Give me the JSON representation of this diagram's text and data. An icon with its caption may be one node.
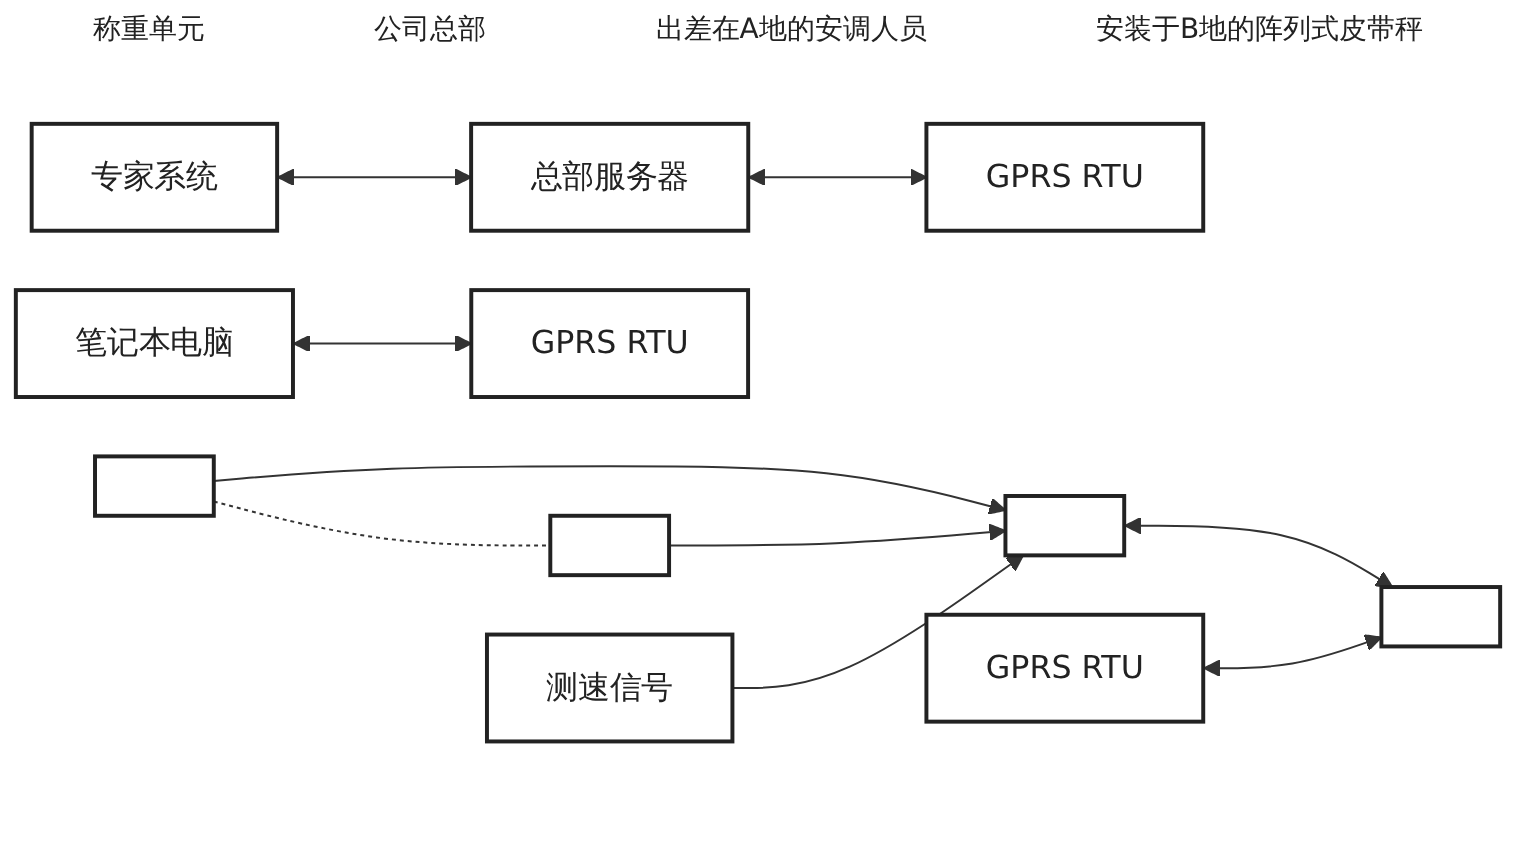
{
  "diagram": {
    "nodes": [
      {
        "text": [
          "专家系统"
        ]
      },
      {
        "text": [
          "总部服务器"
        ]
      },
      {
        "text": [
          "GPRS RTU"
        ]
      },
      {
        "text": [
          "笔记本电脑"
        ]
      },
      {
        "text": [
          "GPRS RTU"
        ]
      },
      {
        "text": [],
        "shape": "box"
      },
      {
        "text": [],
        "shape": "box"
      },
      {
        "text": [
          "测速信号"
        ]
      },
      {
        "text": [],
        "shape": "box"
      },
      {
        "text": [],
        "shape": "box"
      },
      {
        "text": [
          "GPRS RTU"
        ]
      }
    ],
    "edges": [
      {
        "from": 0,
        "to": 1,
        "arrow": "both"
      },
      {
        "from": 1,
        "to": 2,
        "arrow": "both"
      },
      {
        "from": 3,
        "to": 4,
        "arrow": "both"
      },
      {
        "from": 5,
        "to": 6,
        "arrow": "none",
        "style": "dashed"
      },
      {
        "from": 5,
        "to": 8,
        "arrow": "to"
      },
      {
        "from": 6,
        "to": 8,
        "arrow": "to"
      },
      {
        "from": 7,
        "to": 8,
        "arrow": "to"
      },
      {
        "from": 8,
        "to": 9,
        "arrow": "both"
      },
      {
        "from": 10,
        "to": 9,
        "arrow": "both"
      }
    ],
    "labels": [
      "称重单元",
      "公司总部",
      "出差在A地的安调人员",
      "安装于B地的阵列式皮带秤"
    ]
  }
}
